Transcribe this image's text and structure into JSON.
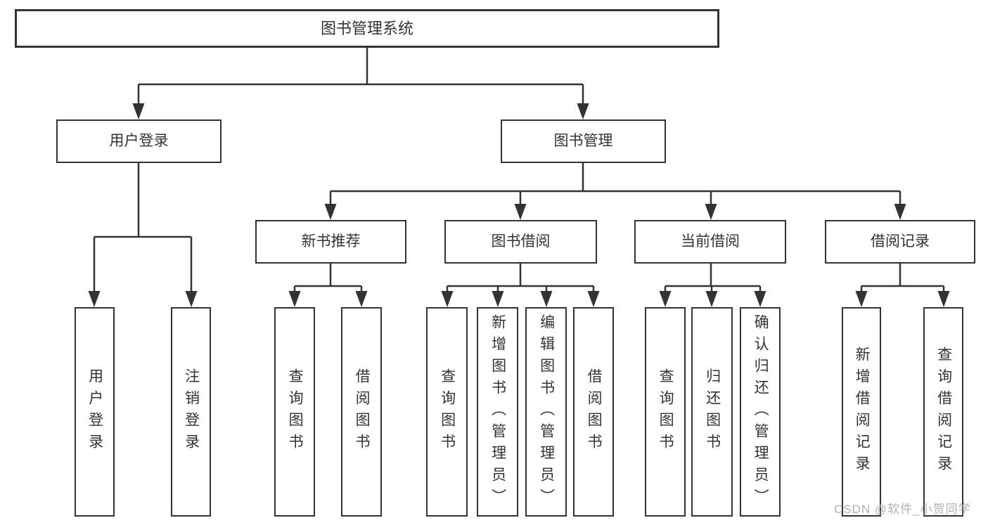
{
  "tree": {
    "label": "图书管理系统",
    "children": [
      {
        "label": "用户登录",
        "children": [
          {
            "label": "用户登录"
          },
          {
            "label": "注销登录"
          }
        ]
      },
      {
        "label": "图书管理",
        "children": [
          {
            "label": "新书推荐",
            "children": [
              {
                "label": "查询图书"
              },
              {
                "label": "借阅图书"
              }
            ]
          },
          {
            "label": "图书借阅",
            "children": [
              {
                "label": "查询图书"
              },
              {
                "label": "新增图书（管理员）"
              },
              {
                "label": "编辑图书（管理员）"
              },
              {
                "label": "借阅图书"
              }
            ]
          },
          {
            "label": "当前借阅",
            "children": [
              {
                "label": "查询图书"
              },
              {
                "label": "归还图书"
              },
              {
                "label": "确认归还（管理员）"
              }
            ]
          },
          {
            "label": "借阅记录",
            "children": [
              {
                "label": "新增借阅记录"
              },
              {
                "label": "查询借阅记录"
              }
            ]
          }
        ]
      }
    ]
  },
  "watermark": "CSDN @软件_小贺同学",
  "colors": {
    "line": "#333333",
    "box_border": "#333333",
    "text": "#333333",
    "watermark": "#adadad",
    "background": "#ffffff"
  }
}
